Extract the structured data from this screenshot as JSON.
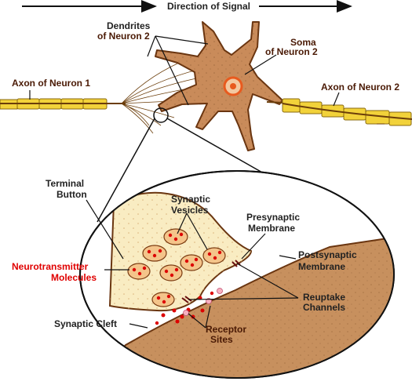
{
  "title": "Direction of Signal",
  "labels": {
    "dendrites_1": "Dendrites",
    "dendrites_2": "of Neuron 2",
    "soma_1": "Soma",
    "soma_2": "of Neuron 2",
    "axon1": "Axon of Neuron 1",
    "axon2": "Axon of Neuron 2",
    "terminal_1": "Terminal",
    "terminal_2": "Button",
    "vesicles_1": "Synaptic",
    "vesicles_2": "Vesicles",
    "presyn_1": "Presynaptic",
    "presyn_2": "Membrane",
    "postsyn_1": "Postsynaptic",
    "postsyn_2": "Membrane",
    "nt_1": "Neurotransmitter",
    "nt_2": "Molecules",
    "reuptake_1": "Reuptake",
    "reuptake_2": "Channels",
    "cleft": "Synaptic Cleft",
    "receptor_1": "Receptor",
    "receptor_2": "Sites"
  },
  "colors": {
    "axon_fill": "#f2d23a",
    "axon_line": "#6b3d0a",
    "neuron_fill": "#c98b5a",
    "neuron_edge": "#6a3510",
    "soma_ring": "#e85a1e",
    "terminal_fill": "#f9ecc2",
    "vesicle_fill": "#f4c48a",
    "molecule": "#dd0000",
    "postsyn_fill": "#c7905e",
    "label_red": "#e00000",
    "label_brown": "#4a1a05"
  }
}
